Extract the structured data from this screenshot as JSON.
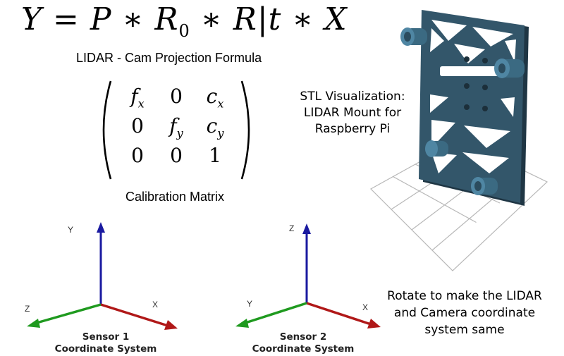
{
  "formula": {
    "Y": "Y",
    "equals": " = ",
    "P": "P",
    "op1": " ∗ ",
    "R0_base": "R",
    "R0_sub": "0",
    "op2": " ∗ ",
    "R": "R",
    "bar": "|",
    "t": "t",
    "op3": " ∗ ",
    "X": "X",
    "caption": "LIDAR - Cam Projection Formula"
  },
  "matrix": {
    "r1c1_base": "f",
    "r1c1_sub": "x",
    "r1c2": "0",
    "r1c3_base": "c",
    "r1c3_sub": "x",
    "r2c1": "0",
    "r2c2_base": "f",
    "r2c2_sub": "y",
    "r2c3_base": "c",
    "r2c3_sub": "y",
    "r3c1": "0",
    "r3c2": "0",
    "r3c3": "1",
    "caption": "Calibration Matrix"
  },
  "stl": {
    "label_line1": "STL Visualization:",
    "label_line2": "LIDAR Mount for",
    "label_line3": "Raspberry Pi",
    "part_color": "#33566a",
    "grid_color": "#b8b8b8"
  },
  "sensor1": {
    "y_label": "Y",
    "x_label": "X",
    "z_label": "Z",
    "title_line1": "Sensor 1",
    "title_line2": "Coordinate System"
  },
  "sensor2": {
    "y_label": "Z",
    "x_label": "X",
    "z_label": "Y",
    "title_line1": "Sensor 2",
    "title_line2": "Coordinate System"
  },
  "axis_colors": {
    "vertical": "#1a1aa0",
    "right": "#b01818",
    "left": "#1f9a1f"
  },
  "note": {
    "line1": "Rotate to make the LIDAR",
    "line2": "and Camera coordinate",
    "line3": "system same"
  }
}
